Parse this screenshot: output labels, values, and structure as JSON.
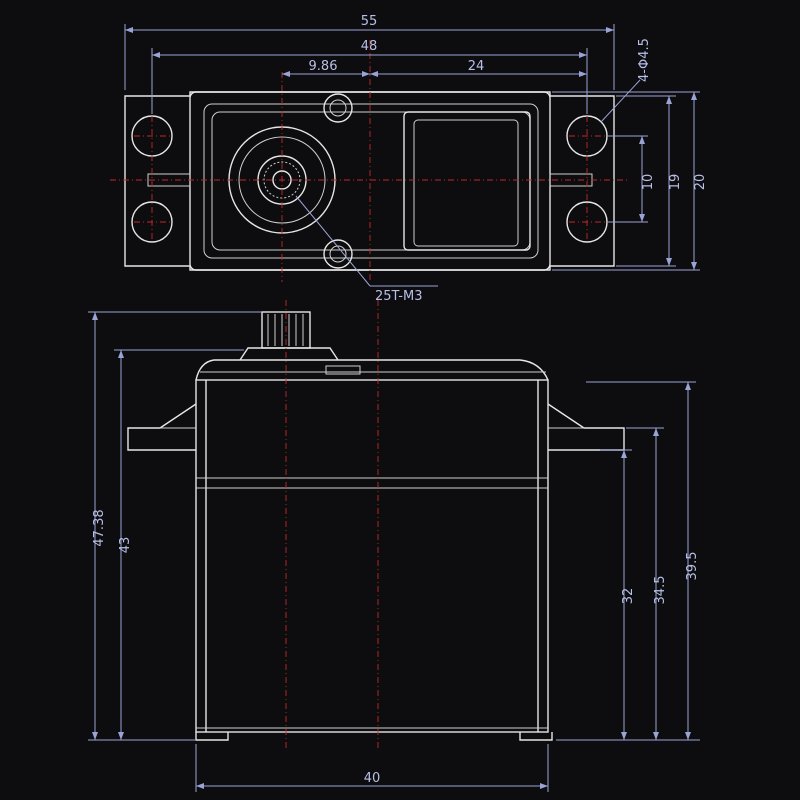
{
  "labels": {
    "top_width_overall": "55",
    "top_mount_hole_spacing": "48",
    "top_shaft_offset": "9.86",
    "top_shaft_to_hole": "24",
    "mount_holes": "4-Φ4.5",
    "hole_spacing_vertical": "10",
    "flange_width_inner": "19",
    "flange_width_outer": "20",
    "spline": "25T-M3",
    "overall_height": "47.38",
    "case_height": "43",
    "body_width": "40",
    "flange_height_low": "32",
    "flange_height_mid": "34.5",
    "flange_height_top": "39.5"
  },
  "colors": {
    "background": "#0d0d0f",
    "outline": "#e6e6e6",
    "dimension": "#9aa3d6",
    "centerline": "#c0282a"
  }
}
